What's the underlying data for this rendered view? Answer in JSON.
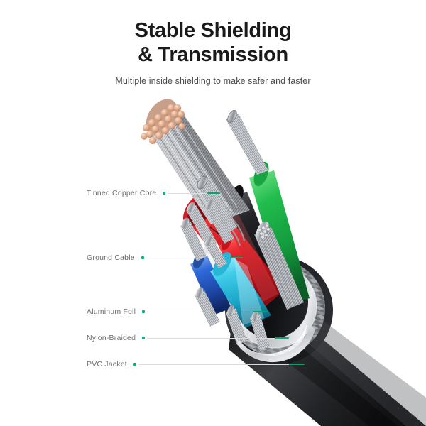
{
  "header": {
    "title_line1": "Stable Shielding",
    "title_line2": "& Transmission",
    "subtitle": "Multiple inside shielding to make safer and faster"
  },
  "callouts": [
    {
      "id": "tinned-copper-core",
      "label": "Tinned Copper Core",
      "line_length": 56,
      "tip_length": 18
    },
    {
      "id": "ground-cable",
      "label": "Ground Cable",
      "line_length": 118,
      "tip_length": 18
    },
    {
      "id": "aluminum-foil",
      "label": "Aluminum Foil",
      "line_length": 150,
      "tip_length": 20
    },
    {
      "id": "nylon-braided",
      "label": "Nylon-Braided",
      "line_length": 180,
      "tip_length": 20
    },
    {
      "id": "pvc-jacket",
      "label": "PVC Jacket",
      "line_length": 212,
      "tip_length": 22
    }
  ],
  "illustration": {
    "name": "cable-cutaway-diagram",
    "description": "Cutaway view of a braided USB cable showing layered construction",
    "colors": {
      "pvc_jacket": "#1b1b1d",
      "nylon_braid": "#8c8f93",
      "aluminum_foil": "#d8dadd",
      "copper": "#d9a183",
      "tinned_strand": "#b9bcc0",
      "wire_red": "#e0262e",
      "wire_green": "#21b24b",
      "wire_black": "#17171a",
      "wire_blue": "#2a63d6",
      "wire_cyan": "#2ec4e6",
      "wire_white": "#f2f2f2",
      "callout_dot": "#00b86b",
      "callout_line": "#dcdcdc",
      "background": "#ffffff"
    }
  }
}
